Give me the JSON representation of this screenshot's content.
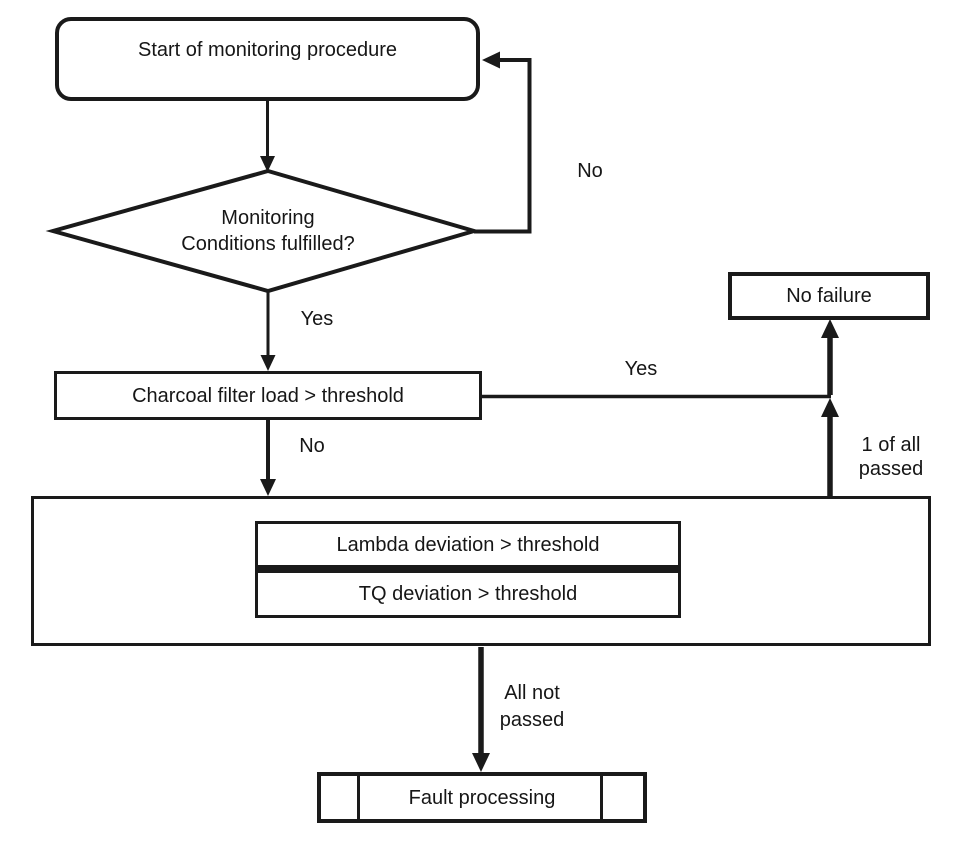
{
  "diagram": {
    "nodes": {
      "start": {
        "label": "Start of monitoring procedure",
        "shape": "rounded-rectangle"
      },
      "decision": {
        "line1": "Monitoring",
        "line2": "Conditions fulfilled?",
        "shape": "diamond"
      },
      "charcoal": {
        "label": "Charcoal filter load > threshold",
        "shape": "rectangle"
      },
      "no_failure": {
        "label": "No failure",
        "shape": "rectangle"
      },
      "group": {
        "label": "",
        "shape": "rectangle-container"
      },
      "lambda": {
        "label": "Lambda deviation > threshold",
        "shape": "rectangle"
      },
      "tq": {
        "label": "TQ deviation > threshold",
        "shape": "rectangle"
      },
      "fault": {
        "label": "Fault processing",
        "shape": "predefined-process"
      }
    },
    "edge_labels": {
      "decision_no": "No",
      "decision_yes": "Yes",
      "charcoal_no": "No",
      "charcoal_yes": "Yes",
      "passed_line1": "1 of all",
      "passed_line2": "passed",
      "not_passed_line1": "All not",
      "not_passed_line2": "passed"
    },
    "colors": {
      "ink": "#1a1a1a",
      "background": "#ffffff"
    }
  }
}
